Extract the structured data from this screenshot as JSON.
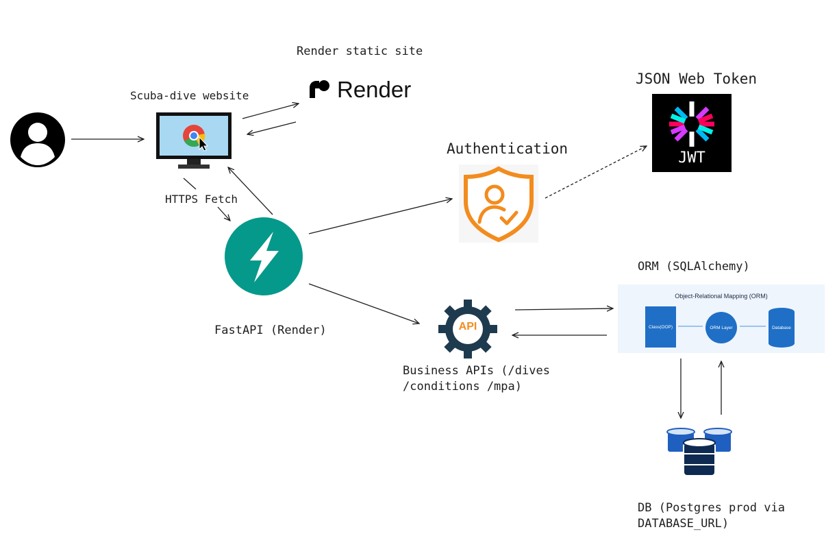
{
  "labels": {
    "render_static_site": "Render static site",
    "scuba_site": "Scuba-dive website",
    "https_fetch": "HTTPS Fetch",
    "fastapi": "FastAPI (Render)",
    "authentication": "Authentication",
    "jwt_title": "JSON Web Token",
    "orm_title": "ORM (SQLAlchemy)",
    "business_apis_line1": "Business APIs (/dives",
    "business_apis_line2": "/conditions /mpa)",
    "db_line1": "DB (Postgres prod via",
    "db_line2": "DATABASE_URL)"
  },
  "logos": {
    "render_word": "Render",
    "jwt_word": "JWT",
    "api_word": "API"
  },
  "orm_diagram": {
    "title": "Object-Relational Mapping (ORM)",
    "class_label": "Class(OOP)",
    "layer_label": "ORM Layer",
    "db_label": "Database"
  },
  "colors": {
    "fastapi_teal": "#05998b",
    "auth_orange": "#f28c1e",
    "api_gear": "#1e3a4f",
    "orm_blue": "#1f6fc6",
    "db_blue": "#1f5fbf",
    "db_dark": "#0f2a50"
  },
  "icons": [
    "user-icon",
    "monitor-chrome-icon",
    "render-logo-icon",
    "fastapi-logo-icon",
    "auth-shield-icon",
    "jwt-logo-icon",
    "api-gear-icon",
    "database-icon"
  ]
}
